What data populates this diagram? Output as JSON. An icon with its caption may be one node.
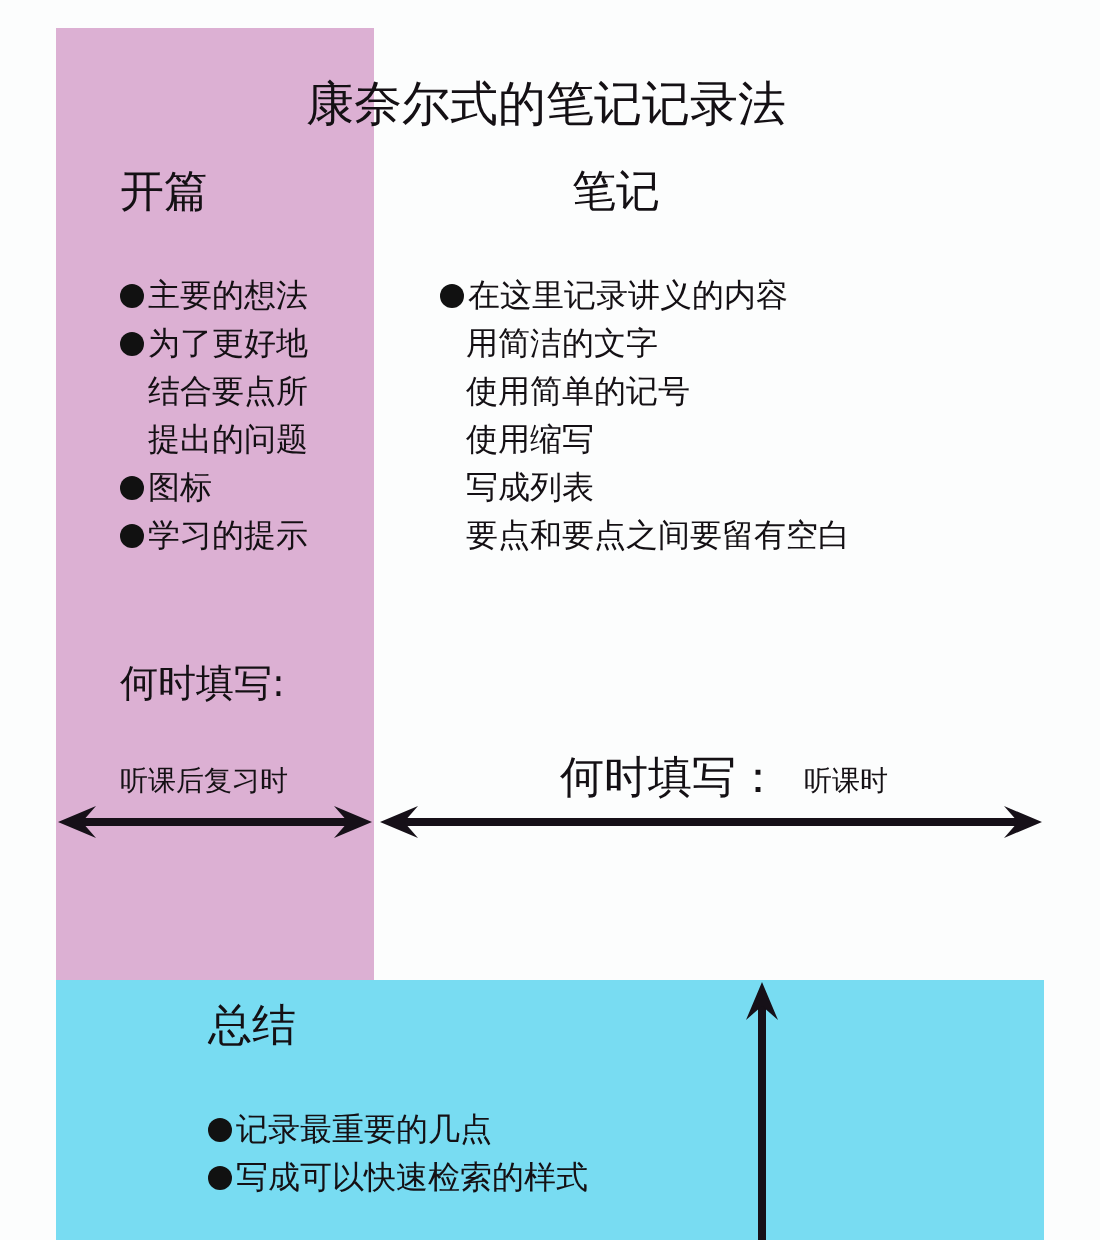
{
  "diagram": {
    "title": "康奈尔式的笔记记录法",
    "nodes": [
      {
        "text": [
          "开篇",
          "主要的想法",
          "为了更好地结合要点所提出的问题",
          "图标",
          "学习的提示",
          "何时填写:",
          "听课后复习时"
        ]
      },
      {
        "text": [
          "总结",
          "记录最重要的几点",
          "写成可以快速检索的样式"
        ]
      }
    ],
    "labels": [
      "笔记",
      "在这里记录讲义的内容",
      "用简洁的文字",
      "使用简单的记号",
      "使用缩写",
      "写成列表",
      "要点和要点之间要留有空白",
      "何时填写：",
      "听课时"
    ]
  }
}
